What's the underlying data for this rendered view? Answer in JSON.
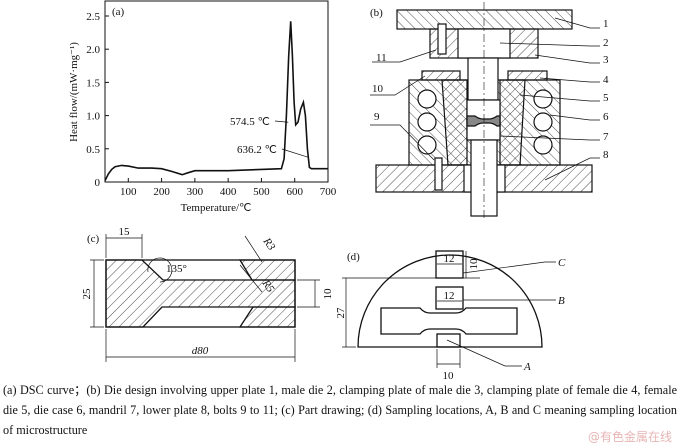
{
  "panel_labels": {
    "a": "(a)",
    "b": "(b)",
    "c": "(c)",
    "d": "(d)"
  },
  "chart_data": {
    "type": "line",
    "title": "",
    "xlabel": "Temperature/℃",
    "ylabel": "Heat flow/(mW·mg⁻¹)",
    "xlim": [
      30,
      700
    ],
    "ylim": [
      0,
      2.7
    ],
    "xticks": [
      100,
      200,
      300,
      400,
      500,
      600,
      700
    ],
    "yticks": [
      0,
      0.5,
      1.0,
      1.5,
      2.0,
      2.5
    ],
    "ytick_labels": [
      "0",
      "0.5",
      "1.0",
      "1.5",
      "2.0",
      "2.5"
    ],
    "grid": false,
    "series": [
      {
        "name": "DSC",
        "x": [
          30,
          40,
          50,
          60,
          80,
          100,
          130,
          170,
          200,
          230,
          262,
          280,
          300,
          400,
          500,
          560,
          568,
          575,
          582,
          588,
          593,
          598,
          603,
          610,
          618,
          626,
          632,
          638,
          644,
          650,
          700
        ],
        "y": [
          0.02,
          0.12,
          0.19,
          0.23,
          0.25,
          0.24,
          0.21,
          0.21,
          0.2,
          0.16,
          0.11,
          0.14,
          0.17,
          0.17,
          0.19,
          0.2,
          0.35,
          1.0,
          1.9,
          2.42,
          1.9,
          1.2,
          0.86,
          0.9,
          1.1,
          1.2,
          1.0,
          0.5,
          0.22,
          0.2,
          0.2
        ]
      }
    ],
    "annotations": [
      {
        "text": "574.5 ℃",
        "x": 574.5,
        "y": 0.9
      },
      {
        "text": "636.2 ℃",
        "x": 636.2,
        "y": 0.37
      }
    ]
  },
  "die_parts": [
    "1",
    "2",
    "3",
    "4",
    "5",
    "6",
    "7",
    "8",
    "9",
    "10",
    "11"
  ],
  "part_drawing": {
    "dim_15": "15",
    "dim_25": "25",
    "dim_10": "10",
    "dim_d80": "d80",
    "angle": "135°",
    "r3": "R3",
    "r5": "R5"
  },
  "sampling": {
    "dim_27": "27",
    "dim_12_c": "12",
    "dim_10_c": "10",
    "dim_12_b": "12",
    "dim_10_a": "10",
    "label_a": "A",
    "label_b": "B",
    "label_c": "C"
  },
  "caption": {
    "text": "(a) DSC curve；(b) Die design involving upper plate 1, male die 2, clamping plate of male die 3, clamping plate of female die 4, female die 5, die case 6, mandril 7, lower plate 8, bolts 9 to 11; (c) Part drawing; (d) Sampling locations, A, B and C meaning sampling location of microstructure",
    "watermark": "@有色金属在线"
  }
}
